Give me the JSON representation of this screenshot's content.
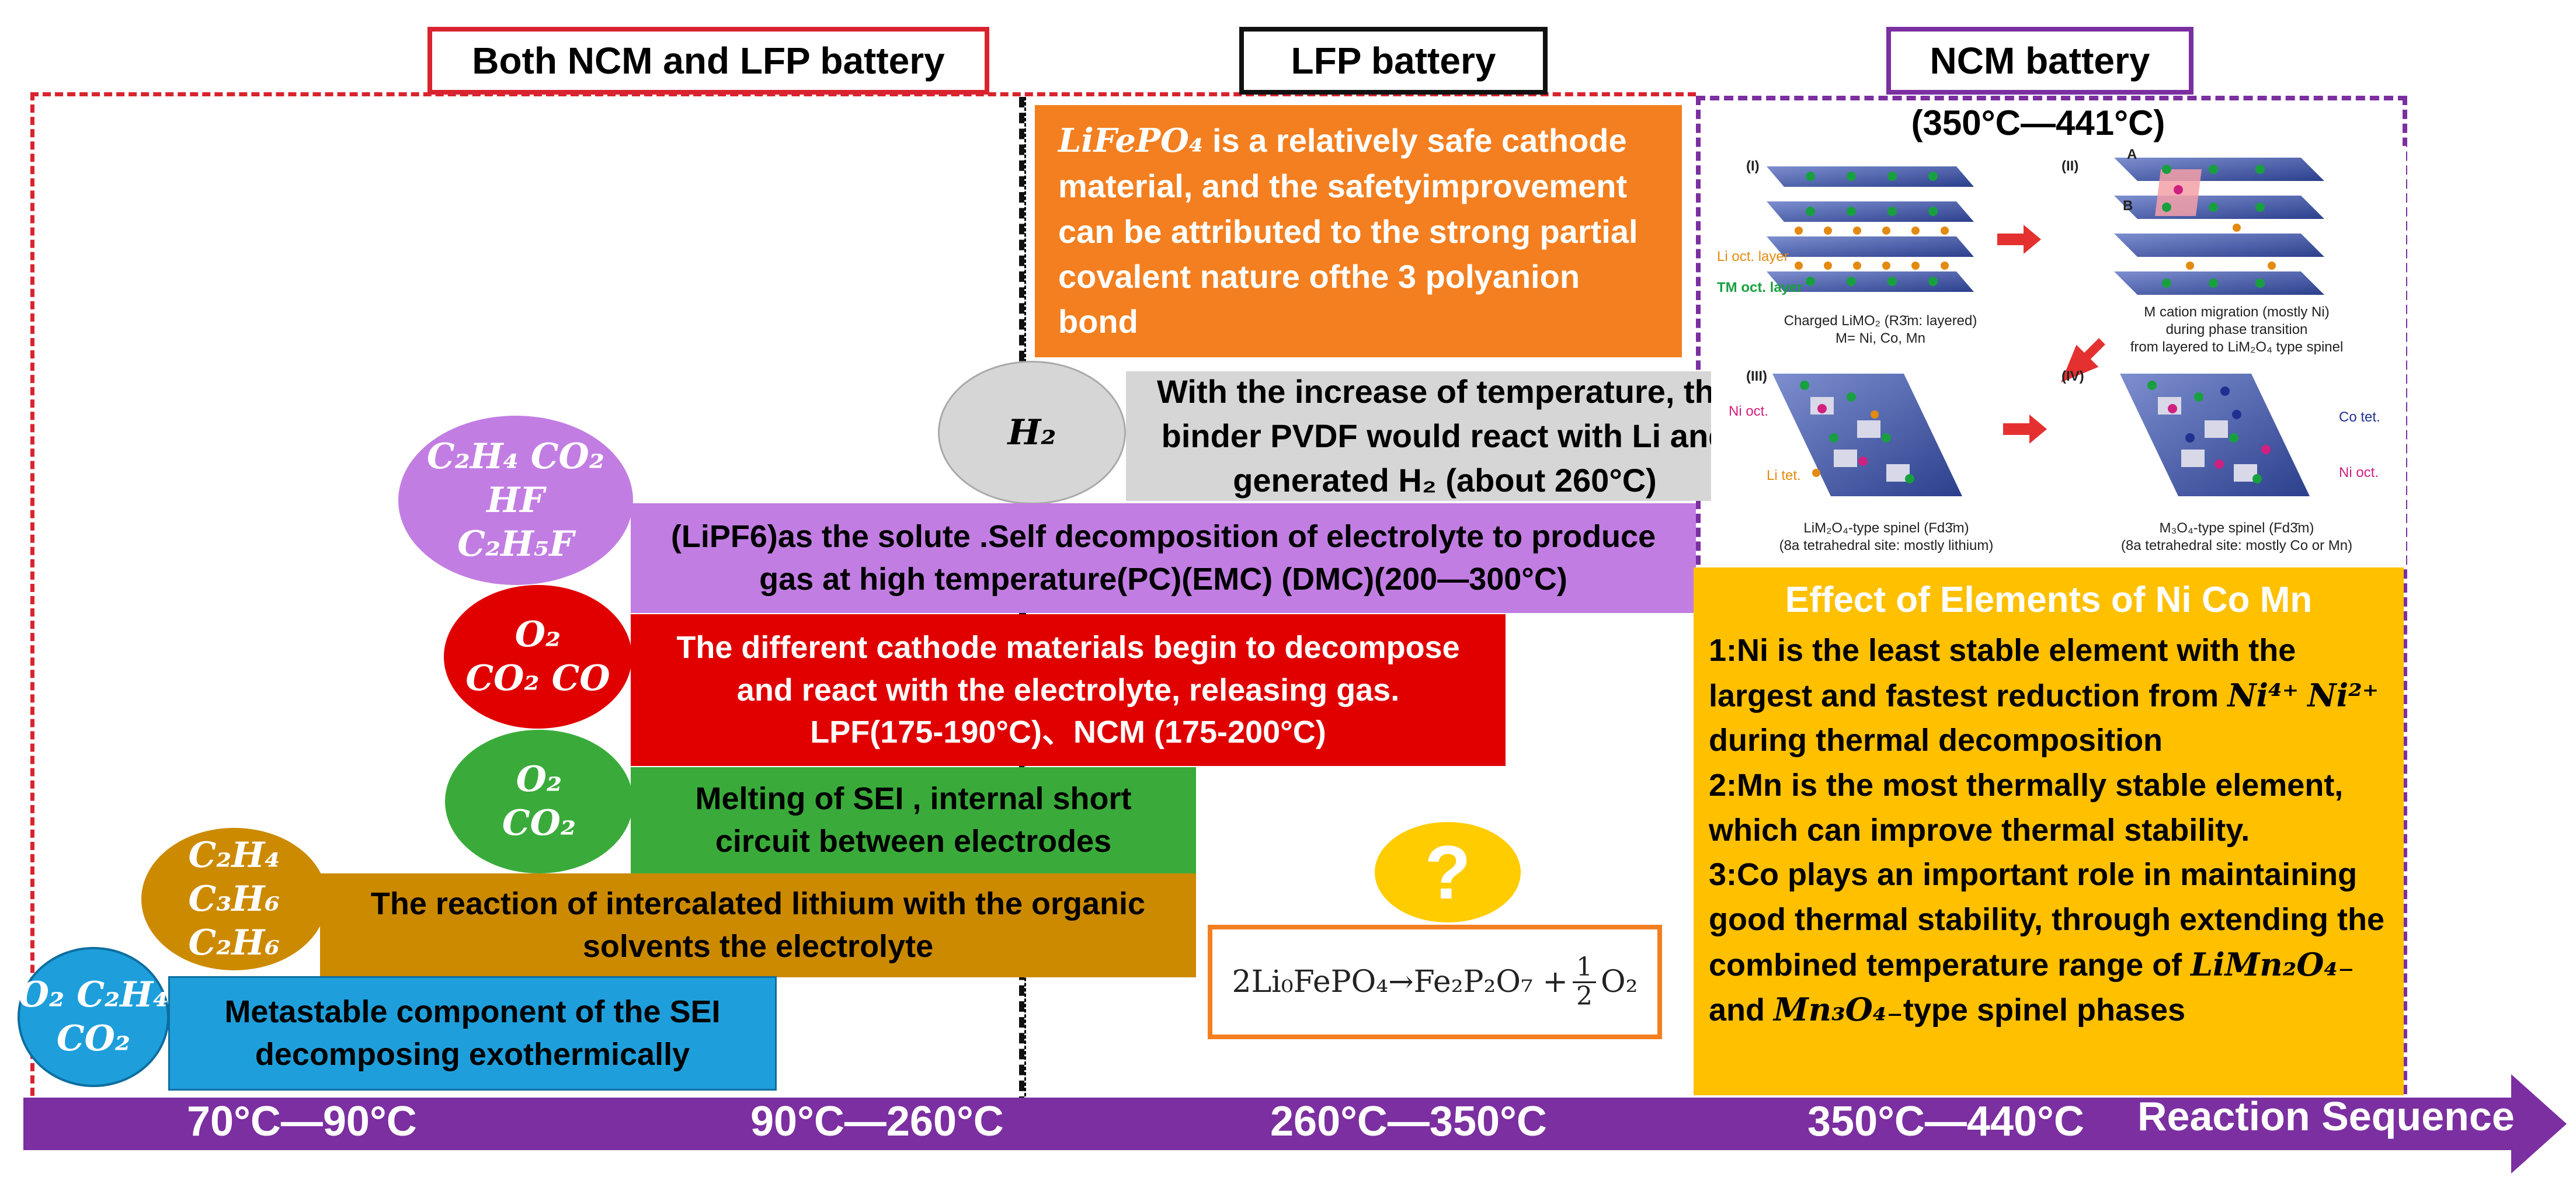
{
  "headers": {
    "both": "Both NCM and LFP battery",
    "lfp": "LFP battery",
    "ncm": "NCM battery",
    "ncm_range": "(350°C—441°C)"
  },
  "lfp_note": {
    "formula": "LiFePO₄",
    "text": " is a relatively safe cathode material, and the safetyimprovement can be attributed to the strong partial covalent nature ofthe 3 polyanion bond"
  },
  "h2": {
    "gas": "H₂",
    "line1": "With the increase of temperature, the",
    "line2": "binder PVDF would react with Li and",
    "line3": "generated H₂ (about 260°C)"
  },
  "electrolyte": {
    "gases": [
      "C₂H₄  CO₂",
      "HF",
      "C₂H₅F"
    ],
    "line1": "(LiPF6)as the solute .Self decomposition of electrolyte to produce",
    "line2": "gas at high temperature(PC)(EMC)  (DMC)(200—300°C)"
  },
  "cathode": {
    "gases": [
      "O₂",
      "CO₂ CO"
    ],
    "line1": "The different cathode materials begin to decompose",
    "line2": "and react with the electrolyte, releasing gas.",
    "line3": "LPF(175-190°C)、NCM  (175-200°C)"
  },
  "sei_melt": {
    "gases": [
      "O₂",
      "CO₂"
    ],
    "line1": "Melting of SEI , internal short",
    "line2": "circuit between electrodes"
  },
  "intercalated": {
    "gases": [
      "C₂H₄",
      "C₃H₆",
      "C₂H₆"
    ],
    "line1": "The reaction of intercalated lithium with the organic",
    "line2": "solvents  the electrolyte"
  },
  "metastable": {
    "gases": [
      "O₂ C₂H₄",
      "CO₂"
    ],
    "line1": "Metastable component of the SEI",
    "line2": "decomposing exothermically"
  },
  "question_mark": "?",
  "equation": {
    "lhs": "2Li₀FePO₄→Fe₂P₂O₇ +",
    "num": "1",
    "den": "2",
    "o2": "O₂"
  },
  "ncm_figure": {
    "panels": [
      "(I)",
      "(II)",
      "(III)",
      "(IV)"
    ],
    "li_layer": "Li oct. layer",
    "tm_layer": "TM oct. layer",
    "cap1": "Charged LiMO₂ (R3̄m: layered)",
    "cap1b": "M= Ni, Co, Mn",
    "cap2": "M cation migration (mostly Ni)",
    "cap2b": "during phase transition",
    "cap2c": "from layered to LiM₂O₄ type spinel",
    "cap3": "LiM₂O₄-type spinel (Fd3̄m)",
    "cap3b": "(8a  tetrahedral site: mostly lithium)",
    "cap4": "M₃O₄-type spinel (Fd3̄m)",
    "cap4b": "(8a  tetrahedral site: mostly Co or Mn)",
    "ni_label": "Ni oct.",
    "co_label": "Co tet.",
    "ni_label2": "Ni oct.",
    "li_label": "Li tet.",
    "a_label": "A",
    "b_label": "B"
  },
  "effect": {
    "title": "Effect  of  Elements of Ni Co Mn",
    "p1a": "1:Ni is the least stable element with the largest and fastest reduction from ",
    "p1f1": "Ni⁴⁺",
    "p1f2": "Ni²⁺",
    "p1b": "  during thermal decomposition",
    "p2": "2:Mn is the most thermally stable element, which can improve thermal stability.",
    "p3a": "3:Co plays an important role in maintaining good thermal stability, through extending the combined temperature range of ",
    "p3f1": "LiMn₂O₄₋",
    "p3m": " and ",
    "p3f2": "Mn₃O₄₋",
    "p3b": "type spinel phases"
  },
  "axis": {
    "t1": "70°C—90°C",
    "t2": "90°C—260°C",
    "t3": "260°C—350°C",
    "t4": "350°C—440°C",
    "label": "Reaction Sequence"
  },
  "colors": {
    "red_dash": "#d9232e",
    "purple": "#7b2fa0",
    "orange": "#f37f20",
    "gray": "#d6d6d6",
    "lilac": "#c27de3",
    "red": "#e00000",
    "green": "#3aab3a",
    "mustard": "#cc8a00",
    "blue": "#1e9fdb",
    "yellow": "#ffc000"
  }
}
